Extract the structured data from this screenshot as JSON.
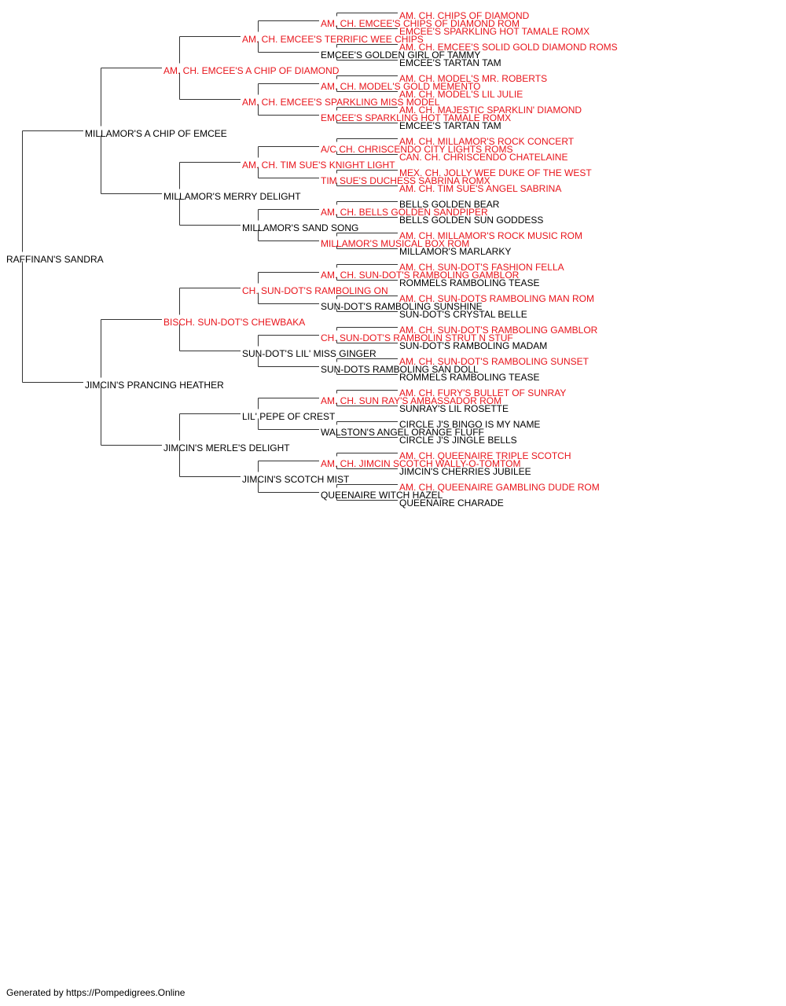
{
  "colors": {
    "champion": "#e8141b",
    "normal": "#000000",
    "line": "#333333"
  },
  "pedigree": {
    "name": "RAFFINAN'S SANDRA",
    "ch": false,
    "sire": {
      "name": "MILLAMOR'S A CHIP OF EMCEE",
      "ch": false,
      "sire": {
        "name": "AM. CH. EMCEE'S A CHIP OF DIAMOND",
        "ch": true,
        "sire": {
          "name": "AM. CH. EMCEE'S TERRIFIC WEE CHIPS",
          "ch": true,
          "sire": {
            "name": "AM. CH. EMCEE'S CHIPS OF DIAMOND ROM",
            "ch": true,
            "sire": {
              "name": "AM. CH. CHIPS OF DIAMOND",
              "ch": true
            },
            "dam": {
              "name": "EMCEE'S SPARKLING HOT TAMALE ROMX",
              "ch": true
            }
          },
          "dam": {
            "name": "EMCEE'S GOLDEN GIRL OF TAMMY",
            "ch": false,
            "sire": {
              "name": "AM. CH. EMCEE'S SOLID GOLD DIAMOND ROMS",
              "ch": true
            },
            "dam": {
              "name": "EMCEE'S TARTAN TAM",
              "ch": false
            }
          }
        },
        "dam": {
          "name": "AM. CH. EMCEE'S SPARKLING MISS MODEL",
          "ch": true,
          "sire": {
            "name": "AM. CH. MODEL'S GOLD MEMENTO",
            "ch": true,
            "sire": {
              "name": "AM. CH. MODEL'S MR. ROBERTS",
              "ch": true
            },
            "dam": {
              "name": "AM. CH. MODEL'S LIL JULIE",
              "ch": true
            }
          },
          "dam": {
            "name": "EMCEE'S SPARKLING HOT TAMALE ROMX",
            "ch": true,
            "sire": {
              "name": "AM. CH. MAJESTIC SPARKLIN' DIAMOND",
              "ch": true
            },
            "dam": {
              "name": "EMCEE'S TARTAN TAM",
              "ch": false
            }
          }
        }
      },
      "dam": {
        "name": "MILLAMOR'S MERRY DELIGHT",
        "ch": false,
        "sire": {
          "name": "AM. CH. TIM SUE'S KNIGHT LIGHT",
          "ch": true,
          "sire": {
            "name": "A/C CH. CHRISCENDO CITY LIGHTS ROMS",
            "ch": true,
            "sire": {
              "name": "AM. CH. MILLAMOR'S ROCK CONCERT",
              "ch": true
            },
            "dam": {
              "name": "CAN. CH. CHRISCENDO CHATELAINE",
              "ch": true
            }
          },
          "dam": {
            "name": "TIM SUE'S DUCHESS SABRINA ROMX",
            "ch": true,
            "sire": {
              "name": "MEX. CH. JOLLY WEE DUKE OF THE WEST",
              "ch": true
            },
            "dam": {
              "name": "AM. CH. TIM SUE'S ANGEL SABRINA",
              "ch": true
            }
          }
        },
        "dam": {
          "name": "MILLAMOR'S SAND SONG",
          "ch": false,
          "sire": {
            "name": "AM. CH. BELLS GOLDEN SANDPIPER",
            "ch": true,
            "sire": {
              "name": "BELLS GOLDEN BEAR",
              "ch": false
            },
            "dam": {
              "name": "BELLS GOLDEN SUN GODDESS",
              "ch": false
            }
          },
          "dam": {
            "name": "MILLAMOR'S MUSICAL BOX ROM",
            "ch": true,
            "sire": {
              "name": "AM. CH. MILLAMOR'S ROCK MUSIC ROM",
              "ch": true
            },
            "dam": {
              "name": "MILLAMOR'S MARLARKY",
              "ch": false
            }
          }
        }
      }
    },
    "dam": {
      "name": "JIMCIN'S PRANCING HEATHER",
      "ch": false,
      "sire": {
        "name": "BISCH. SUN-DOT'S CHEWBAKA",
        "ch": true,
        "sire": {
          "name": "CH. SUN-DOT'S RAMBOLING ON",
          "ch": true,
          "sire": {
            "name": "AM. CH. SUN-DOT'S RAMBOLING GAMBLOR",
            "ch": true,
            "sire": {
              "name": "AM. CH. SUN-DOT'S FASHION FELLA",
              "ch": true
            },
            "dam": {
              "name": "ROMMELS RAMBOLING TEASE",
              "ch": false
            }
          },
          "dam": {
            "name": "SUN-DOT'S RAMBOLING SUNSHINE",
            "ch": false,
            "sire": {
              "name": "AM. CH. SUN-DOTS RAMBOLING MAN ROM",
              "ch": true
            },
            "dam": {
              "name": "SUN-DOT'S CRYSTAL BELLE",
              "ch": false
            }
          }
        },
        "dam": {
          "name": "SUN-DOT'S LIL' MISS GINGER",
          "ch": false,
          "sire": {
            "name": "CH. SUN-DOT'S RAMBOLIN STRUT N STUF",
            "ch": true,
            "sire": {
              "name": "AM. CH. SUN-DOT'S RAMBOLING GAMBLOR",
              "ch": true
            },
            "dam": {
              "name": "SUN-DOT'S RAMBOLING MADAM",
              "ch": false
            }
          },
          "dam": {
            "name": "SUN-DOTS RAMBOLING SAN DOLL",
            "ch": false,
            "sire": {
              "name": "AM. CH. SUN-DOT'S RAMBOLING SUNSET",
              "ch": true
            },
            "dam": {
              "name": "ROMMELS RAMBOLING TEASE",
              "ch": false
            }
          }
        }
      },
      "dam": {
        "name": "JIMCIN'S MERLE'S DELIGHT",
        "ch": false,
        "sire": {
          "name": "LIL' PEPE OF CREST",
          "ch": false,
          "sire": {
            "name": "AM. CH. SUN RAY'S AMBASSADOR ROM",
            "ch": true,
            "sire": {
              "name": "AM. CH. FURY'S BULLET OF SUNRAY",
              "ch": true
            },
            "dam": {
              "name": "SUNRAY'S LIL ROSETTE",
              "ch": false
            }
          },
          "dam": {
            "name": "WALSTON'S ANGEL ORANGE FLUFF",
            "ch": false,
            "sire": {
              "name": "CIRCLE J'S BINGO IS MY NAME",
              "ch": false
            },
            "dam": {
              "name": "CIRCLE J'S JINGLE BELLS",
              "ch": false
            }
          }
        },
        "dam": {
          "name": "JIMCIN'S SCOTCH MIST",
          "ch": false,
          "sire": {
            "name": "AM. CH. JIMCIN SCOTCH WALLY-O-TOMTOM",
            "ch": true,
            "sire": {
              "name": "AM. CH. QUEENAIRE TRIPLE SCOTCH",
              "ch": true
            },
            "dam": {
              "name": "JIMCIN'S CHERRIES JUBILEE",
              "ch": false
            }
          },
          "dam": {
            "name": "QUEENAIRE WITCH HAZEL",
            "ch": false,
            "sire": {
              "name": "AM. CH. QUEENAIRE GAMBLING DUDE ROM",
              "ch": true
            },
            "dam": {
              "name": "QUEENAIRE CHARADE",
              "ch": false
            }
          }
        }
      }
    }
  },
  "footer": "Generated by https://Pompedigrees.Online"
}
